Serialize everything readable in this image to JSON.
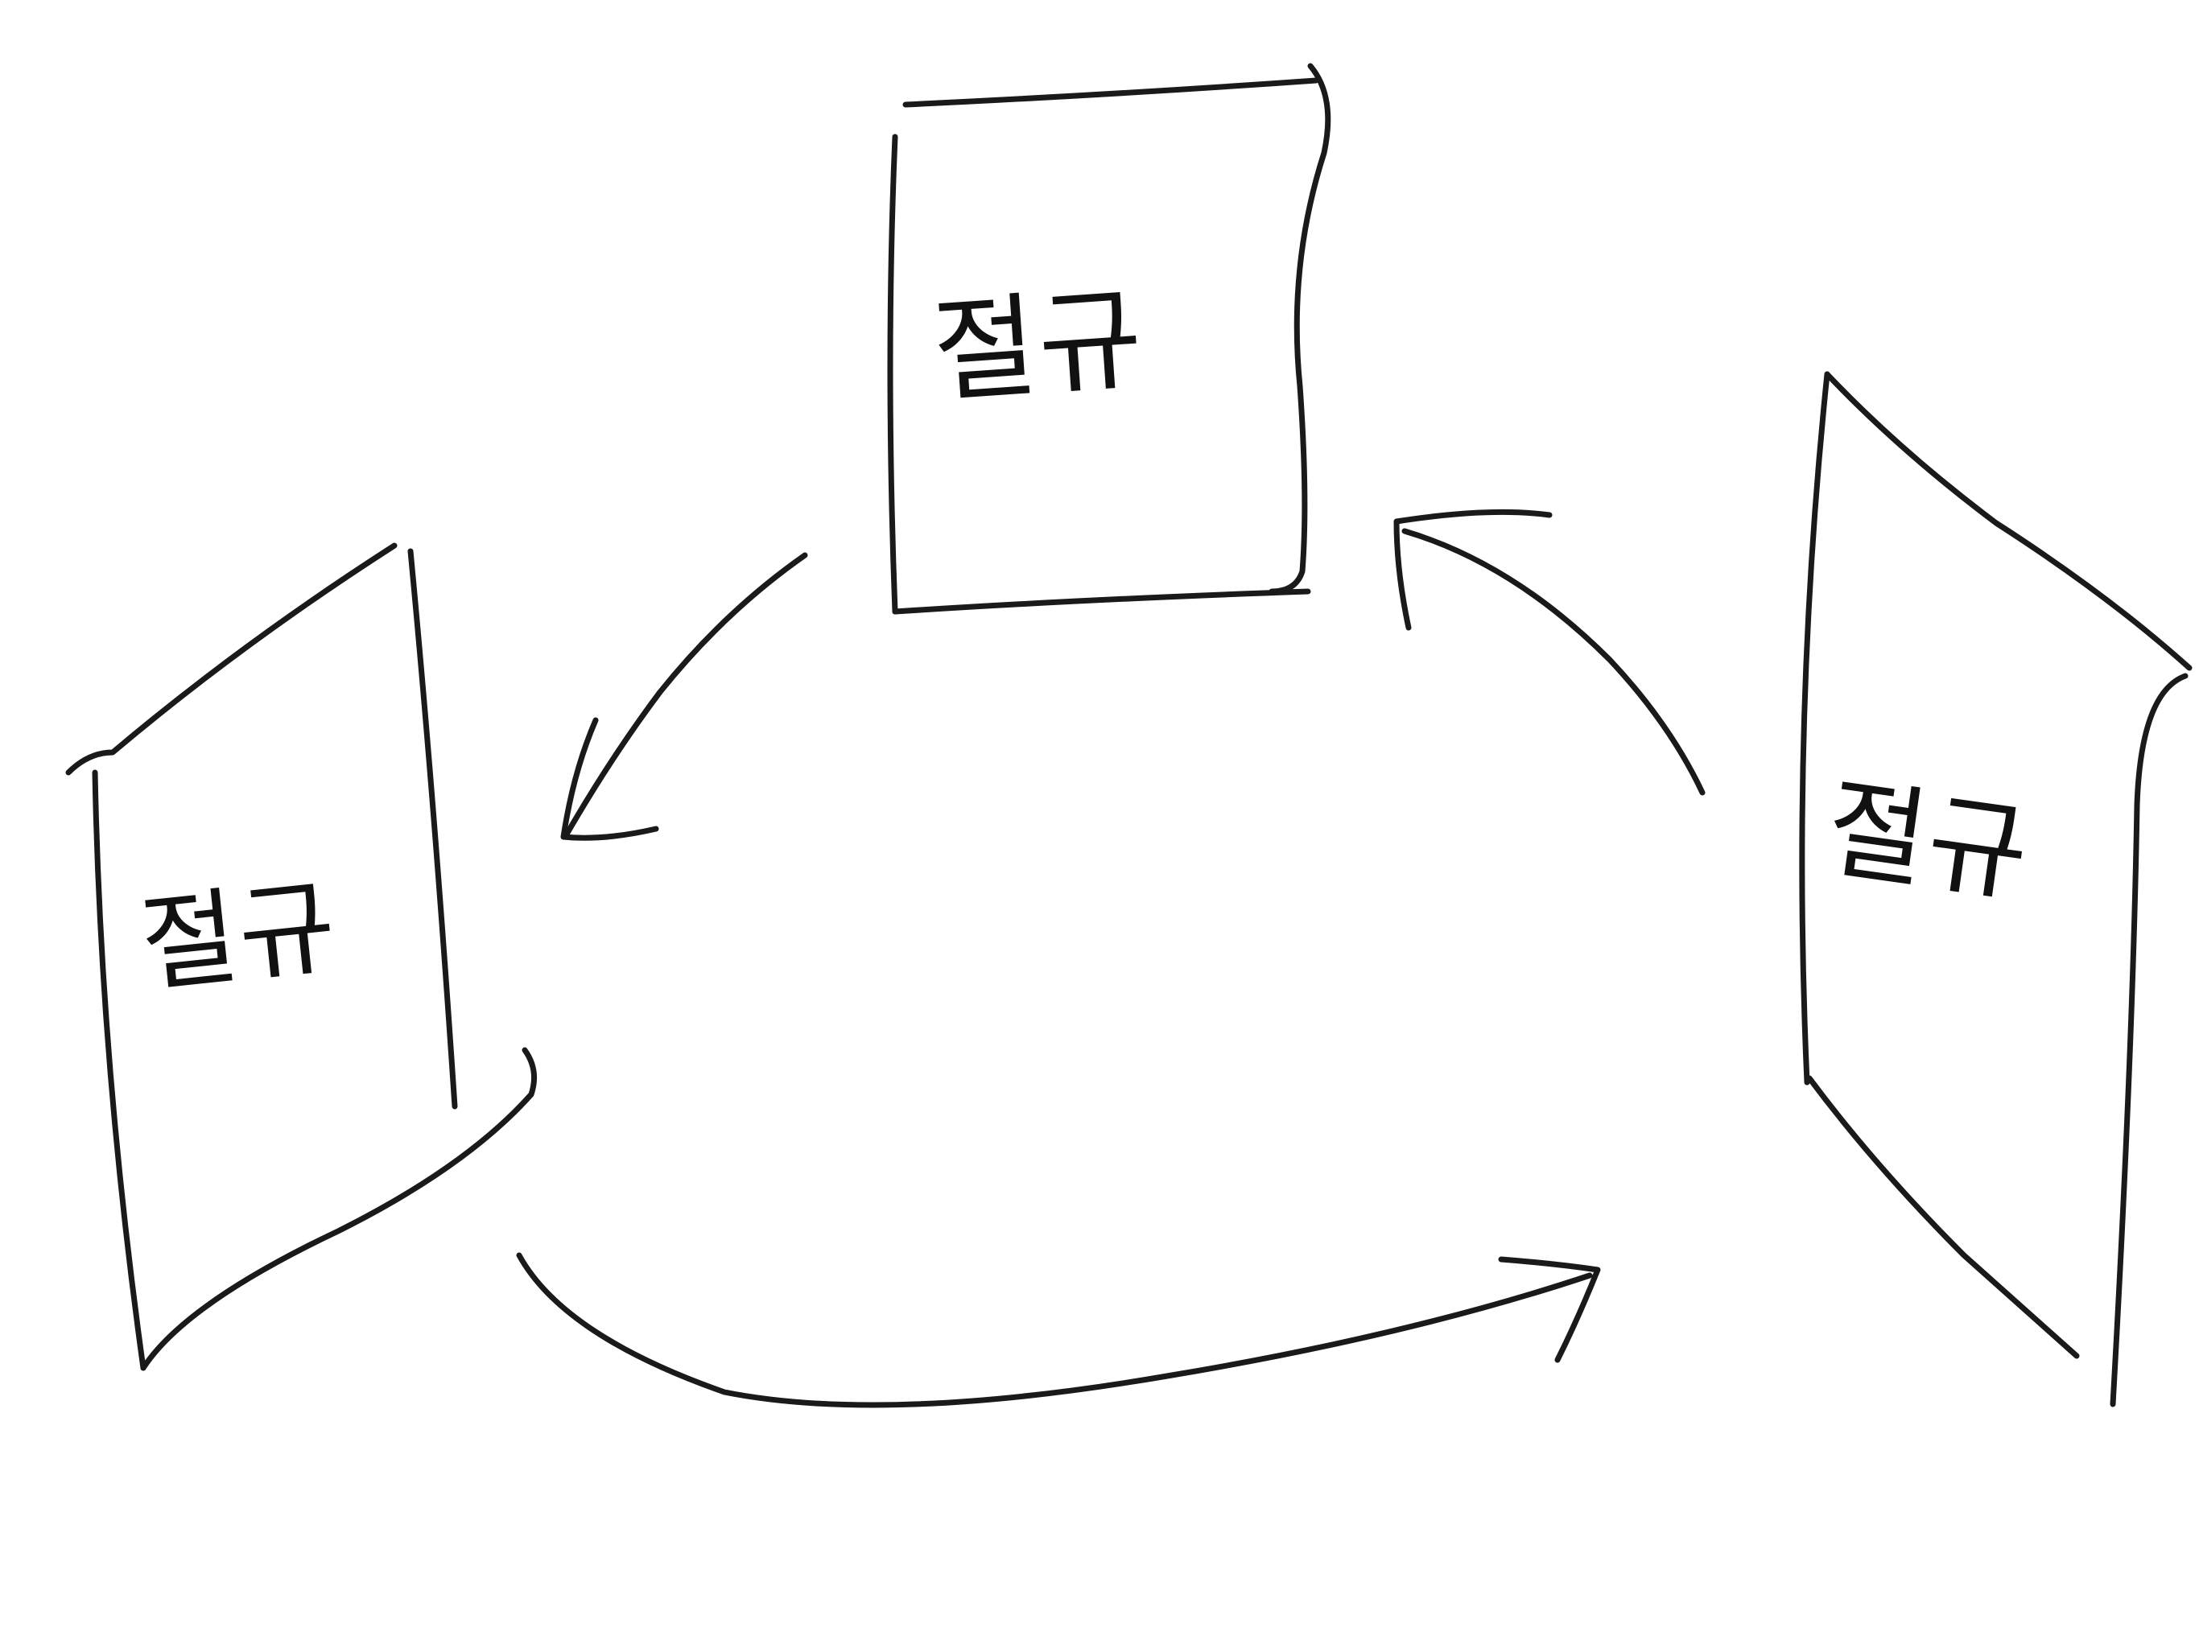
{
  "diagram": {
    "panels": [
      {
        "id": "top",
        "label": "절규"
      },
      {
        "id": "left",
        "label": "절규"
      },
      {
        "id": "right",
        "label": "절규"
      }
    ],
    "arrows": [
      {
        "from": "top",
        "to": "left"
      },
      {
        "from": "left",
        "to": "right"
      },
      {
        "from": "right",
        "to": "top"
      }
    ],
    "colors": {
      "ink": "#1a1a1a",
      "background": "#ffffff"
    }
  }
}
